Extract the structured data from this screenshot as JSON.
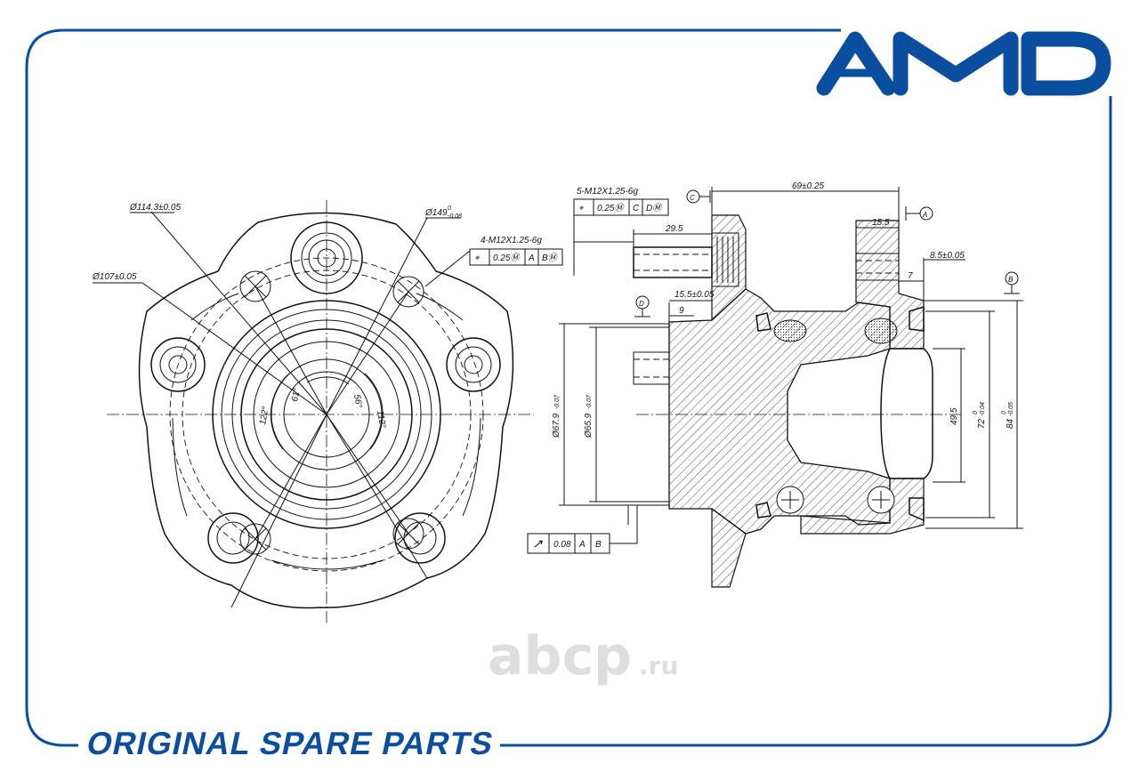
{
  "brand": {
    "logo": "AMD",
    "color": "#0a4ea0"
  },
  "footer": {
    "slogan": "ORIGINAL SPARE PARTS",
    "watermark": "abcp",
    "watermark_tld": ".ru"
  },
  "front_view": {
    "d_pcd": "Ø114.3±0.05",
    "d_outer": "Ø149",
    "d_outer_tol_up": "0",
    "d_outer_tol_lo": "-0.08",
    "d_107": "Ø107±0.05",
    "thread_4": "4-M12X1.25-6g",
    "angle_122": "122°",
    "angle_61": "61°",
    "angle_56": "56°",
    "angle_112": "112°"
  },
  "fcf_4": [
    "⌖",
    "0.25Ⓜ",
    "A",
    "BⓂ"
  ],
  "side_view": {
    "thread_5": "5-M12X1.25-6g",
    "len_69": "69±0.25",
    "len_29_5": "29.5",
    "len_15_5": "15.5",
    "len_8_5": "8.5±0.05",
    "len_7": "7",
    "len_15_5b": "15.5±0.05",
    "len_9": "9",
    "d_67_9": "Ø67.9",
    "d_67_9_tol": "-0.07",
    "d_65_9": "Ø65.9",
    "d_65_9_tol": "-0.07",
    "d_49_5": "49.5",
    "d_72": "72",
    "d_72_tol": "-0.04",
    "d_84": "84",
    "d_84_tol": "-0.05",
    "tol_zero": "0"
  },
  "fcf_5": [
    "⌖",
    "0.25Ⓜ",
    "C",
    "DⓂ"
  ],
  "fcf_runout": [
    "↗",
    "0.08",
    "A",
    "B"
  ],
  "datums": {
    "a": "A",
    "b": "B",
    "c": "C",
    "d": "D"
  }
}
